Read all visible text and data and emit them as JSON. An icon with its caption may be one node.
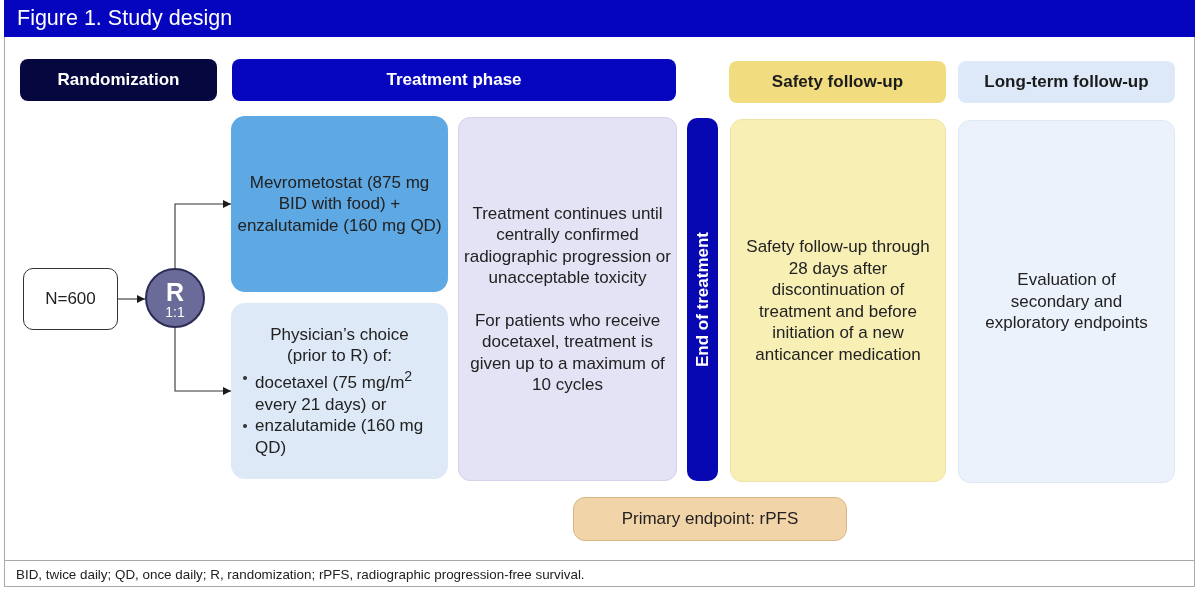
{
  "diagram": {
    "title": "Figure 1. Study design",
    "caption": "BID, twice daily; QD, once daily; R, randomization; rPFS, radiographic progression-free survival.",
    "nodes": [
      {
        "text": [
          "Randomization"
        ]
      },
      {
        "text": [
          "Treatment phase"
        ]
      },
      {
        "text": [
          "Safety follow-up"
        ]
      },
      {
        "text": [
          "Long-term follow-up"
        ]
      },
      {
        "text": [
          "N=600"
        ]
      },
      {
        "text": [
          "R",
          "1:1"
        ]
      },
      {
        "text": [
          "Mevrometostat (875 mg BID with food) + enzalutamide (160 mg QD)"
        ]
      },
      {
        "text": [
          "Physician’s choice (prior to R) of:",
          "docetaxel (75 mg/m$^{2}$ every 21 days) or",
          "enzalutamide (160 mg QD)"
        ]
      },
      {
        "text": [
          "Treatment continues until centrally confirmed radiographic progression or unacceptable toxicity",
          "For patients who receive docetaxel, treatment is given up to a maximum of 10 cycles"
        ]
      },
      {
        "text": [
          "End of treatment"
        ]
      },
      {
        "text": [
          "Safety follow-up through 28 days after discontinuation of treatment and before initiation of a new anticancer medication"
        ]
      },
      {
        "text": [
          "Evaluation of secondary and exploratory endpoints"
        ]
      },
      {
        "text": [
          "Primary endpoint: rPFS"
        ]
      }
    ],
    "edges": [
      {
        "from": 4,
        "to": 5,
        "arrow": "to"
      },
      {
        "from": 5,
        "to": 6,
        "arrow": "to"
      },
      {
        "from": 5,
        "to": 7,
        "arrow": "to"
      }
    ]
  }
}
